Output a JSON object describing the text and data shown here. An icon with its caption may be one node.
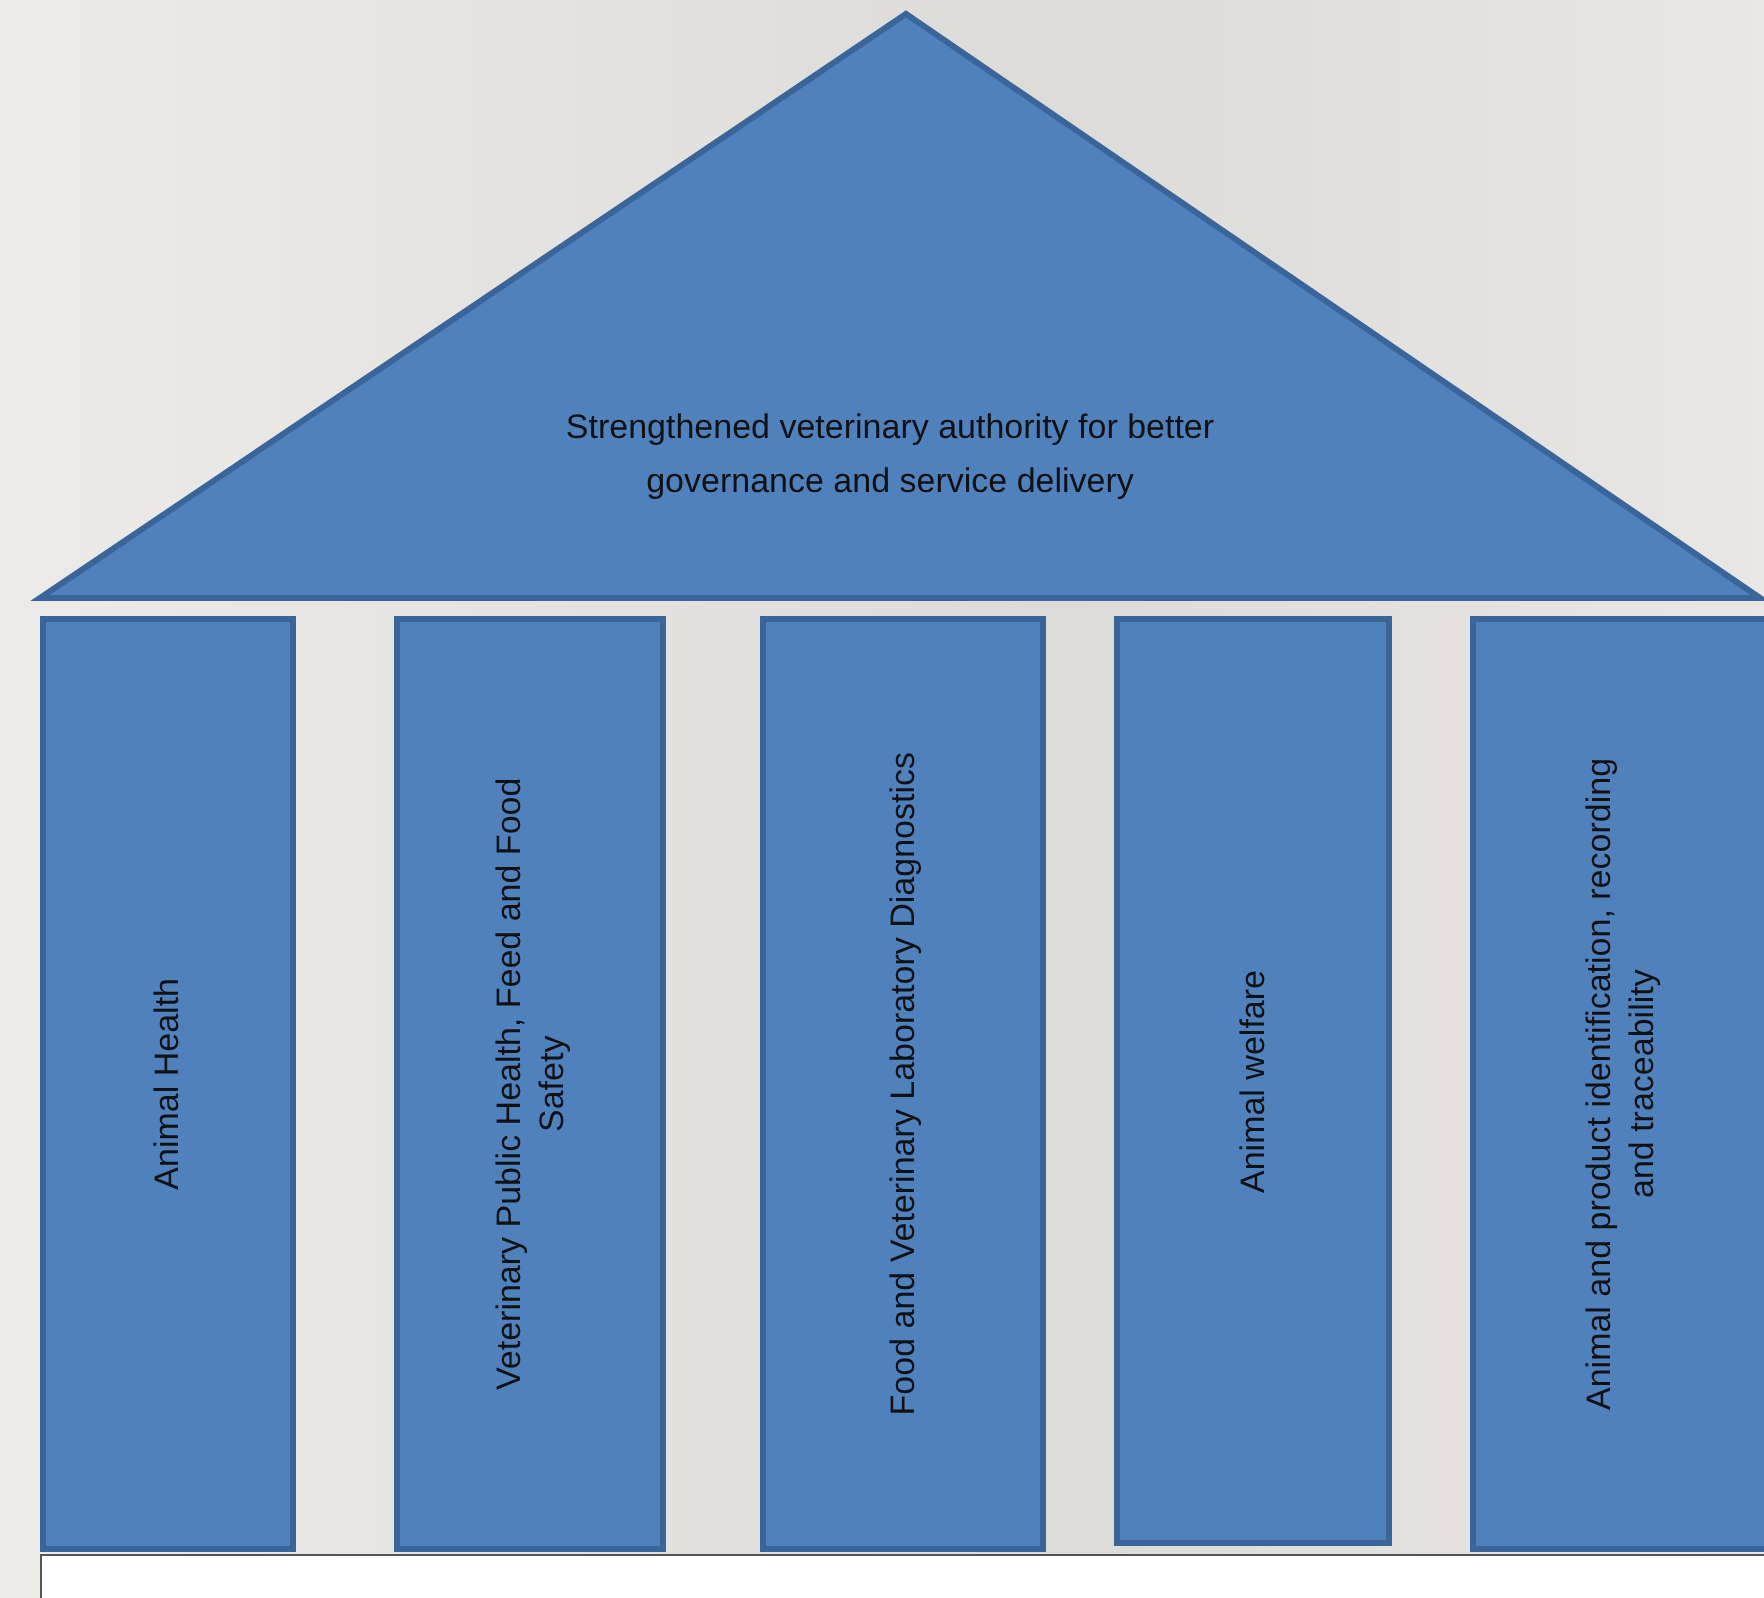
{
  "diagram": {
    "nodes": [
      {
        "text": [
          "Strengthened veterinary authority for better governance and service delivery"
        ]
      },
      {
        "text": [
          "Animal Health"
        ]
      },
      {
        "text": [
          "Veterinary Public Health, Feed and Food Safety"
        ]
      },
      {
        "text": [
          "Food and Veterinary Laboratory Diagnostics"
        ]
      },
      {
        "text": [
          "Animal welfare"
        ]
      },
      {
        "text": [
          "Animal and product identification, recording and traceability"
        ]
      },
      {
        "text": [],
        "shape": "bar"
      }
    ]
  }
}
